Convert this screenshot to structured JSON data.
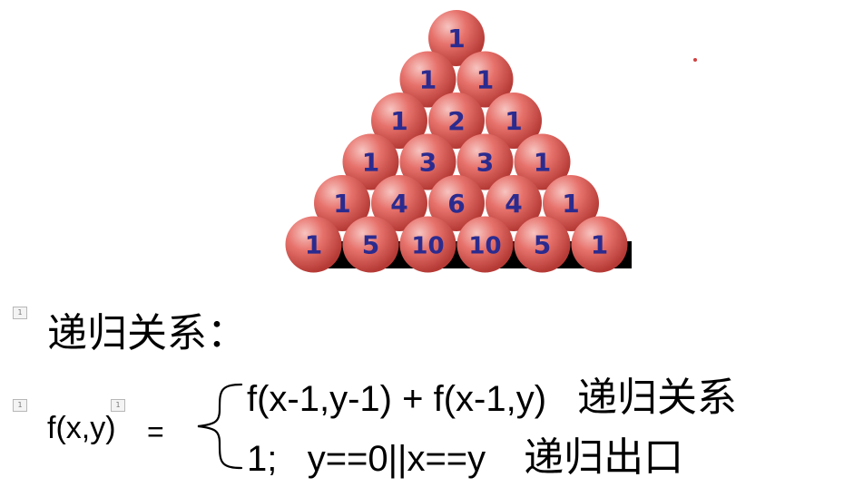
{
  "pyramid": {
    "rows": [
      [
        "1"
      ],
      [
        "1",
        "1"
      ],
      [
        "1",
        "2",
        "1"
      ],
      [
        "1",
        "3",
        "3",
        "1"
      ],
      [
        "1",
        "4",
        "6",
        "4",
        "1"
      ],
      [
        "1",
        "5",
        "10",
        "10",
        "5",
        "1"
      ]
    ]
  },
  "bullet_marker": "1",
  "heading": "递归关系：",
  "formula": {
    "lhs": "f(x,y)",
    "equals": "=",
    "case1_expr": "f(x-1,y-1) + f(x-1,y)",
    "case1_label": "递归关系",
    "case2_expr": "1;   y==0||x==y",
    "case2_label": "递归出口"
  },
  "colors": {
    "ball_highlight": "#f7c4c0",
    "ball_mid": "#e7726c",
    "ball_shadow": "#b53a36",
    "number": "#2b2b8f",
    "base_bar": "#000000"
  }
}
